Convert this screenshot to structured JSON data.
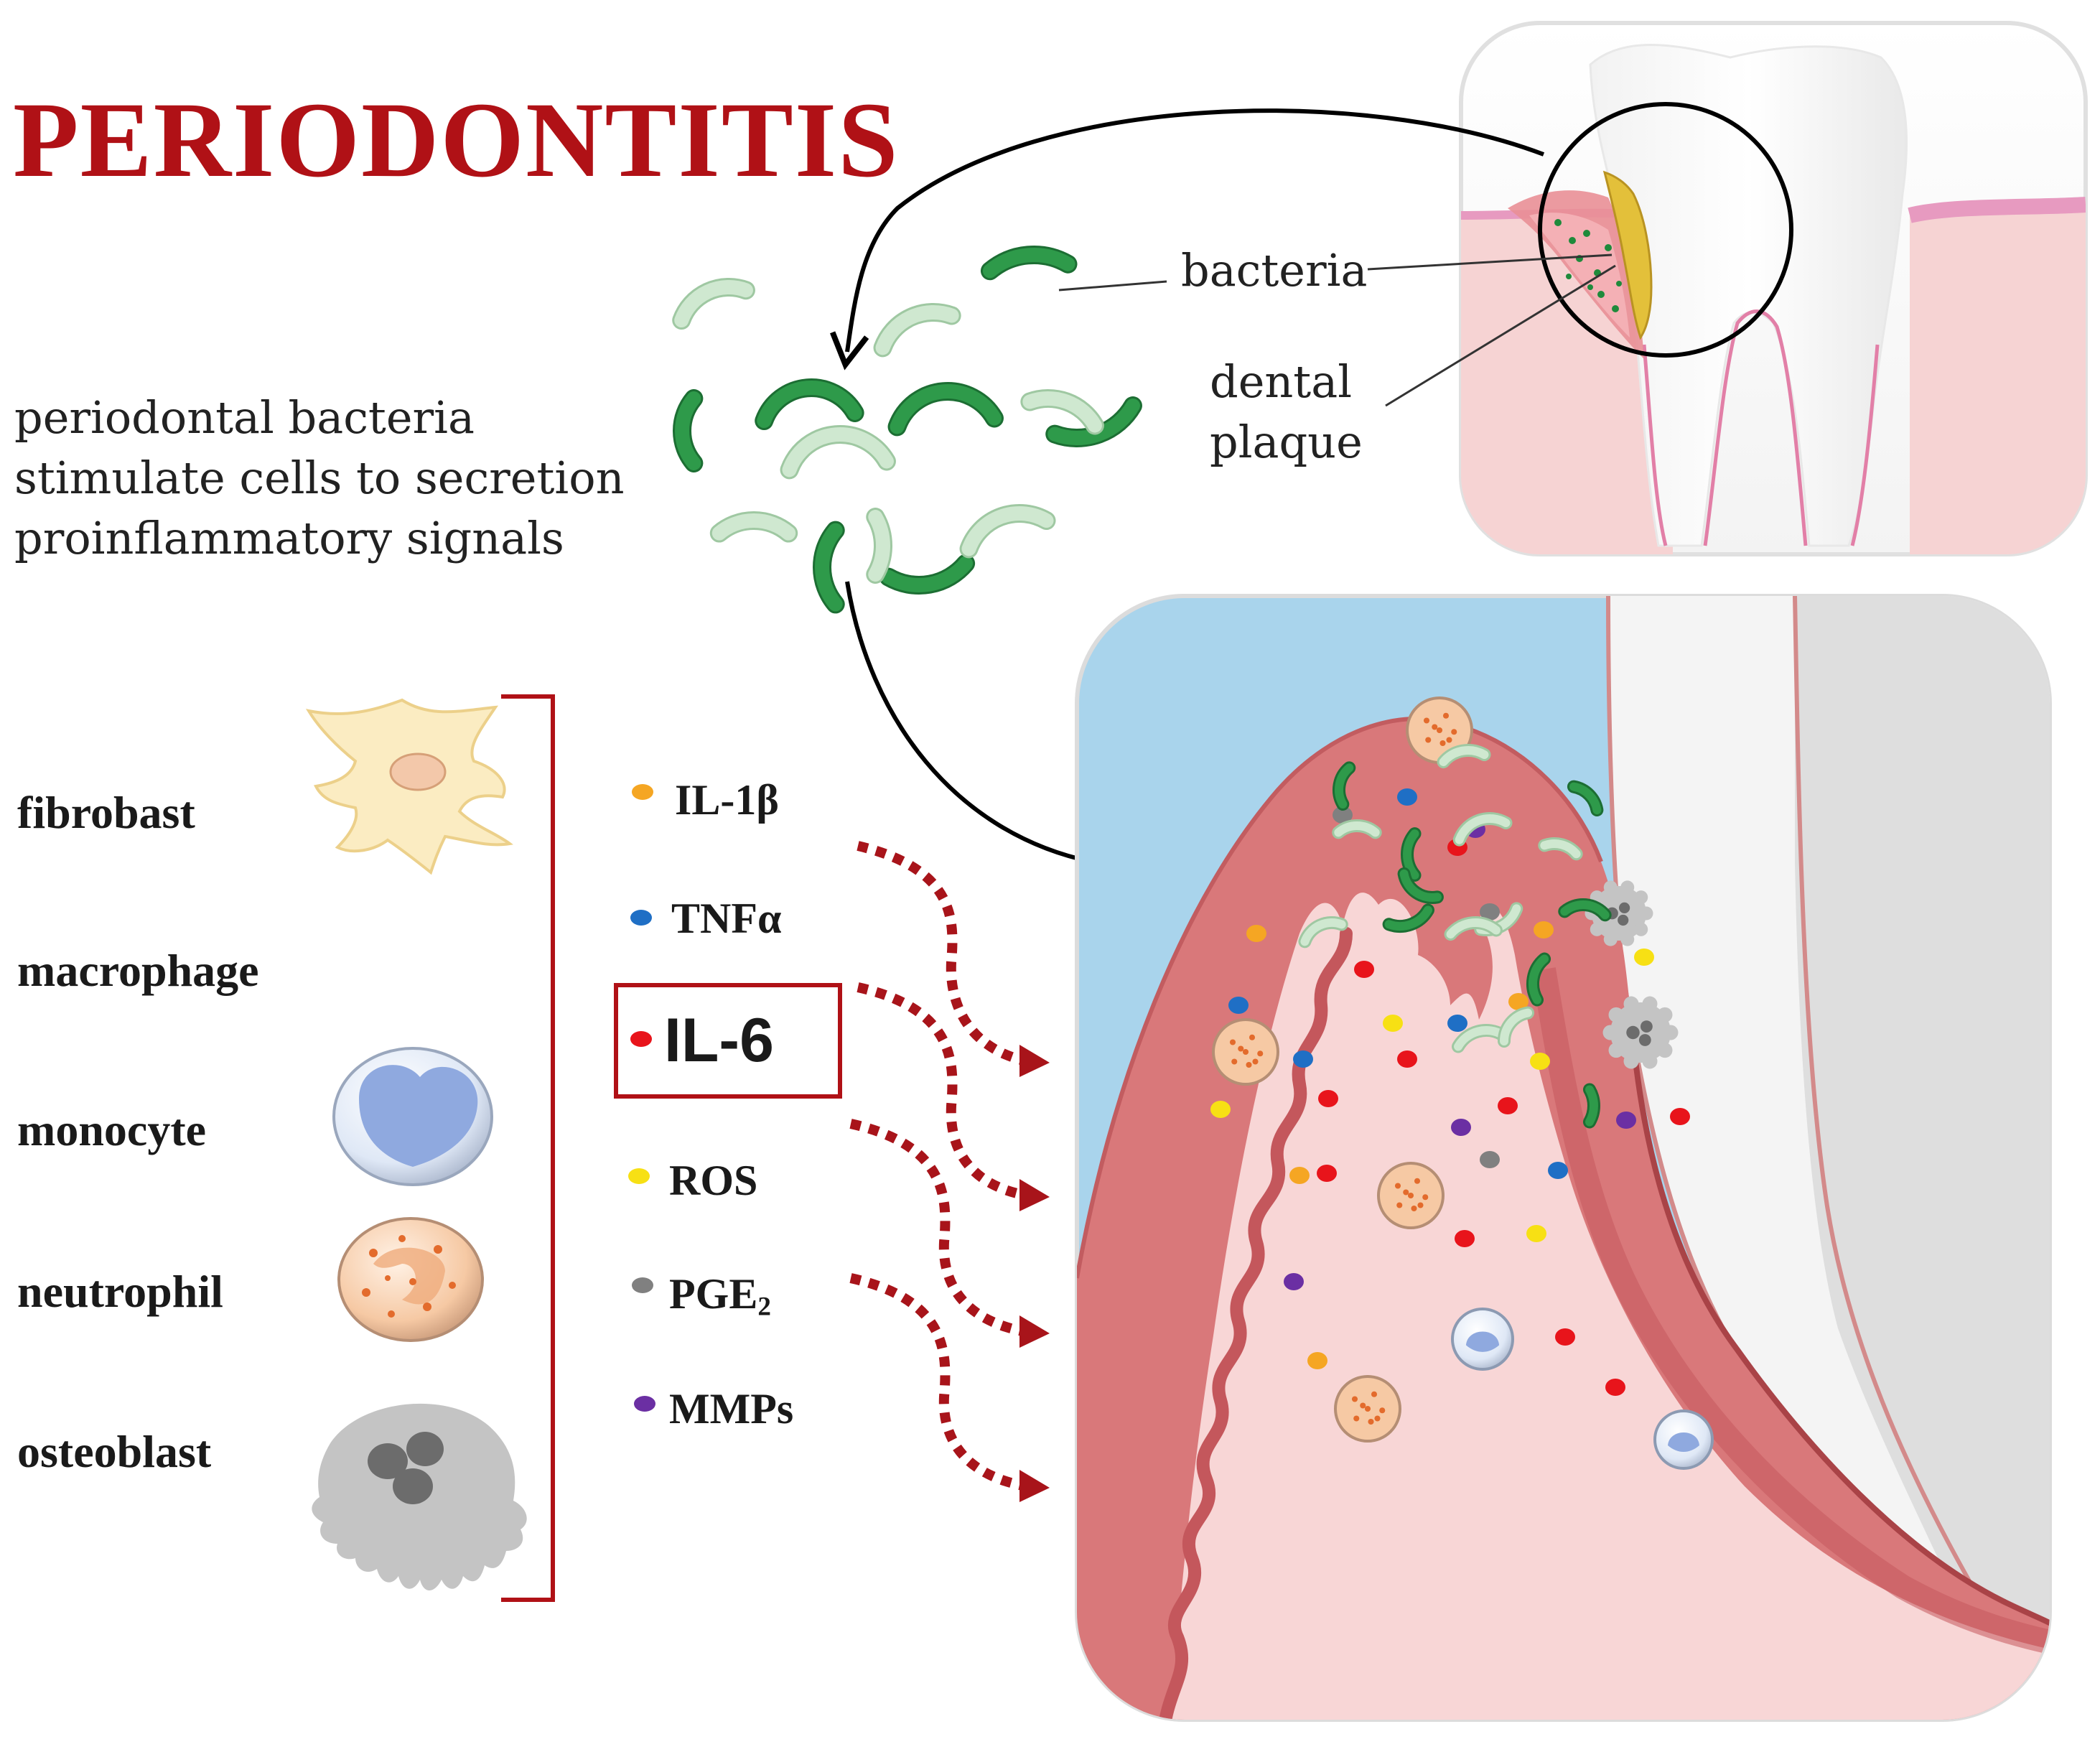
{
  "title": "PERIODONTITIS",
  "description_lines": [
    "periodontal bacteria",
    "stimulate cells to secretion",
    "proinflammatory signals"
  ],
  "callouts": {
    "bacteria": "bacteria",
    "dental_plaque_line1": "dental",
    "dental_plaque_line2": "plaque"
  },
  "cells": [
    {
      "label": "fibrobast",
      "icon": "fibroblast-icon"
    },
    {
      "label": "macrophage",
      "icon": "macrophage-icon"
    },
    {
      "label": "monocyte",
      "icon": "monocyte-icon"
    },
    {
      "label": "neutrophil",
      "icon": "neutrophil-icon"
    },
    {
      "label": "osteoblast",
      "icon": "osteoblast-icon"
    }
  ],
  "cytokines": [
    {
      "label": "IL-1β",
      "color": "#f5a623"
    },
    {
      "label": "TNFα",
      "color": "#1f6fc5"
    },
    {
      "label": "IL-6",
      "color": "#e8141b",
      "highlighted": true
    },
    {
      "label": "ROS",
      "color": "#f7e014"
    },
    {
      "label": "PGE",
      "sub": "2",
      "color": "#808080"
    },
    {
      "label": "MMPs",
      "color": "#6b2fa3"
    }
  ],
  "colors": {
    "title": "#b01116",
    "bracket": "#b01116",
    "dotted_arrows": "#a8141a",
    "gum": "#d9787a",
    "tissue": "#f8d6d6",
    "background_tissue": "#a9d4ec",
    "bacteria_dark": "#2e9a4a",
    "bacteria_light": "#cfe8d0"
  }
}
